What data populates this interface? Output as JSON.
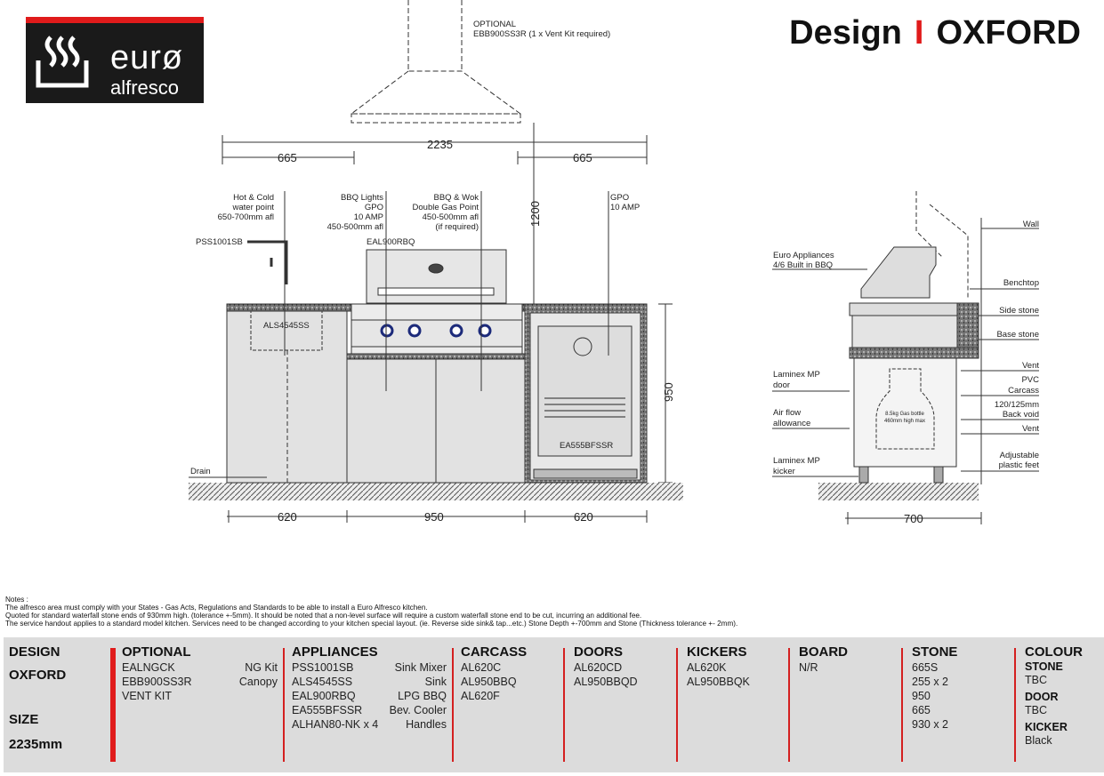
{
  "logo": {
    "brand_top": "eurø",
    "brand_bottom": "alfresco"
  },
  "header": {
    "design_label": "Design",
    "separator": "I",
    "design_name": "OXFORD"
  },
  "drawing": {
    "canopy_label": "OPTIONAL",
    "canopy_note": "EBB900SS3R (1 x Vent Kit required)",
    "dims": {
      "total": "2235",
      "left_665": "665",
      "right_665": "665",
      "height_1200": "1200",
      "height_950": "950",
      "w_620_left": "620",
      "w_950": "950",
      "w_620_right": "620",
      "depth_700": "700"
    },
    "front_labels": {
      "water": [
        "Hot & Cold",
        "water point",
        "650-700mm afl"
      ],
      "lights": [
        "BBQ Lights",
        "GPO",
        "10 AMP",
        "450-500mm afl"
      ],
      "gas": [
        "BBQ & Wok",
        "Double Gas Point",
        "450-500mm afl",
        "(if required)"
      ],
      "gpo": [
        "GPO",
        "10 AMP"
      ],
      "mixer": "PSS1001SB",
      "bbq": "EAL900RBQ",
      "sink": "ALS4545SS",
      "cooler": "EA555BFSSR",
      "drain": "Drain"
    },
    "side_labels": {
      "wall": "Wall",
      "bbq": [
        "Euro Appliances",
        "4/6 Built in BBQ"
      ],
      "benchtop": "Benchtop",
      "side_stone": "Side stone",
      "base_stone": "Base stone",
      "vent_top": "Vent",
      "carcass": [
        "PVC",
        "Carcass"
      ],
      "back_void": [
        "120/125mm",
        "Back void"
      ],
      "vent_bottom": "Vent",
      "feet": [
        "Adjustable",
        "plastic feet"
      ],
      "door": [
        "Laminex MP",
        "door"
      ],
      "airflow": [
        "Air flow",
        "allowance"
      ],
      "kicker": [
        "Laminex MP",
        "kicker"
      ],
      "bottle": [
        "8.5kg Gas bottle",
        "460mm high max"
      ]
    }
  },
  "notes": {
    "title": "Notes :",
    "lines": [
      "The alfresco area must comply with your States - Gas Acts, Regulations and Standards to be able to install a Euro Alfresco kitchen.",
      "Quoted for standard waterfall stone ends of 930mm high. (tolerance +-5mm). It should be noted that a non-level surface will require a custom waterfall stone end to be cut, incurring an additional fee.",
      "The service handout applies to a standard model kitchen. Services need to be changed according to your kitchen special layout. (ie. Reverse side sink& tap...etc.) Stone Depth +-700mm and Stone (Thickness tolerance +- 2mm)."
    ]
  },
  "spec": {
    "design_label": "DESIGN",
    "design_value": "OXFORD",
    "size_label": "SIZE",
    "size_value": "2235mm",
    "optional": {
      "title": "OPTIONAL",
      "items": [
        [
          "EALNGCK",
          "NG Kit"
        ],
        [
          "EBB900SS3R",
          "Canopy"
        ],
        [
          "VENT KIT",
          ""
        ]
      ]
    },
    "appliances": {
      "title": "APPLIANCES",
      "items": [
        [
          "PSS1001SB",
          "Sink Mixer"
        ],
        [
          "ALS4545SS",
          "Sink"
        ],
        [
          "EAL900RBQ",
          "LPG BBQ"
        ],
        [
          "EA555BFSSR",
          "Bev. Cooler"
        ],
        [
          "ALHAN80-NK x 4",
          "Handles"
        ]
      ]
    },
    "carcass": {
      "title": "CARCASS",
      "items": [
        "AL620C",
        "AL950BBQ",
        "AL620F"
      ]
    },
    "doors": {
      "title": "DOORS",
      "items": [
        "AL620CD",
        "AL950BBQD"
      ]
    },
    "kickers": {
      "title": "KICKERS",
      "items": [
        "AL620K",
        "AL950BBQK"
      ]
    },
    "board": {
      "title": "BOARD",
      "items": [
        "N/R"
      ]
    },
    "stone": {
      "title": "STONE",
      "items": [
        "665S",
        "255 x 2",
        "950",
        "665",
        "930 x 2"
      ]
    },
    "colour": {
      "title": "COLOUR",
      "stone_label": "STONE",
      "stone_value": "TBC",
      "door_label": "DOOR",
      "door_value": "TBC",
      "kicker_label": "KICKER",
      "kicker_value": "Black"
    }
  },
  "colors": {
    "accent": "#e01b1b",
    "panel": "#dcdcdc",
    "logo_bg": "#1a1a1a",
    "knob": "#1c2a7a"
  }
}
